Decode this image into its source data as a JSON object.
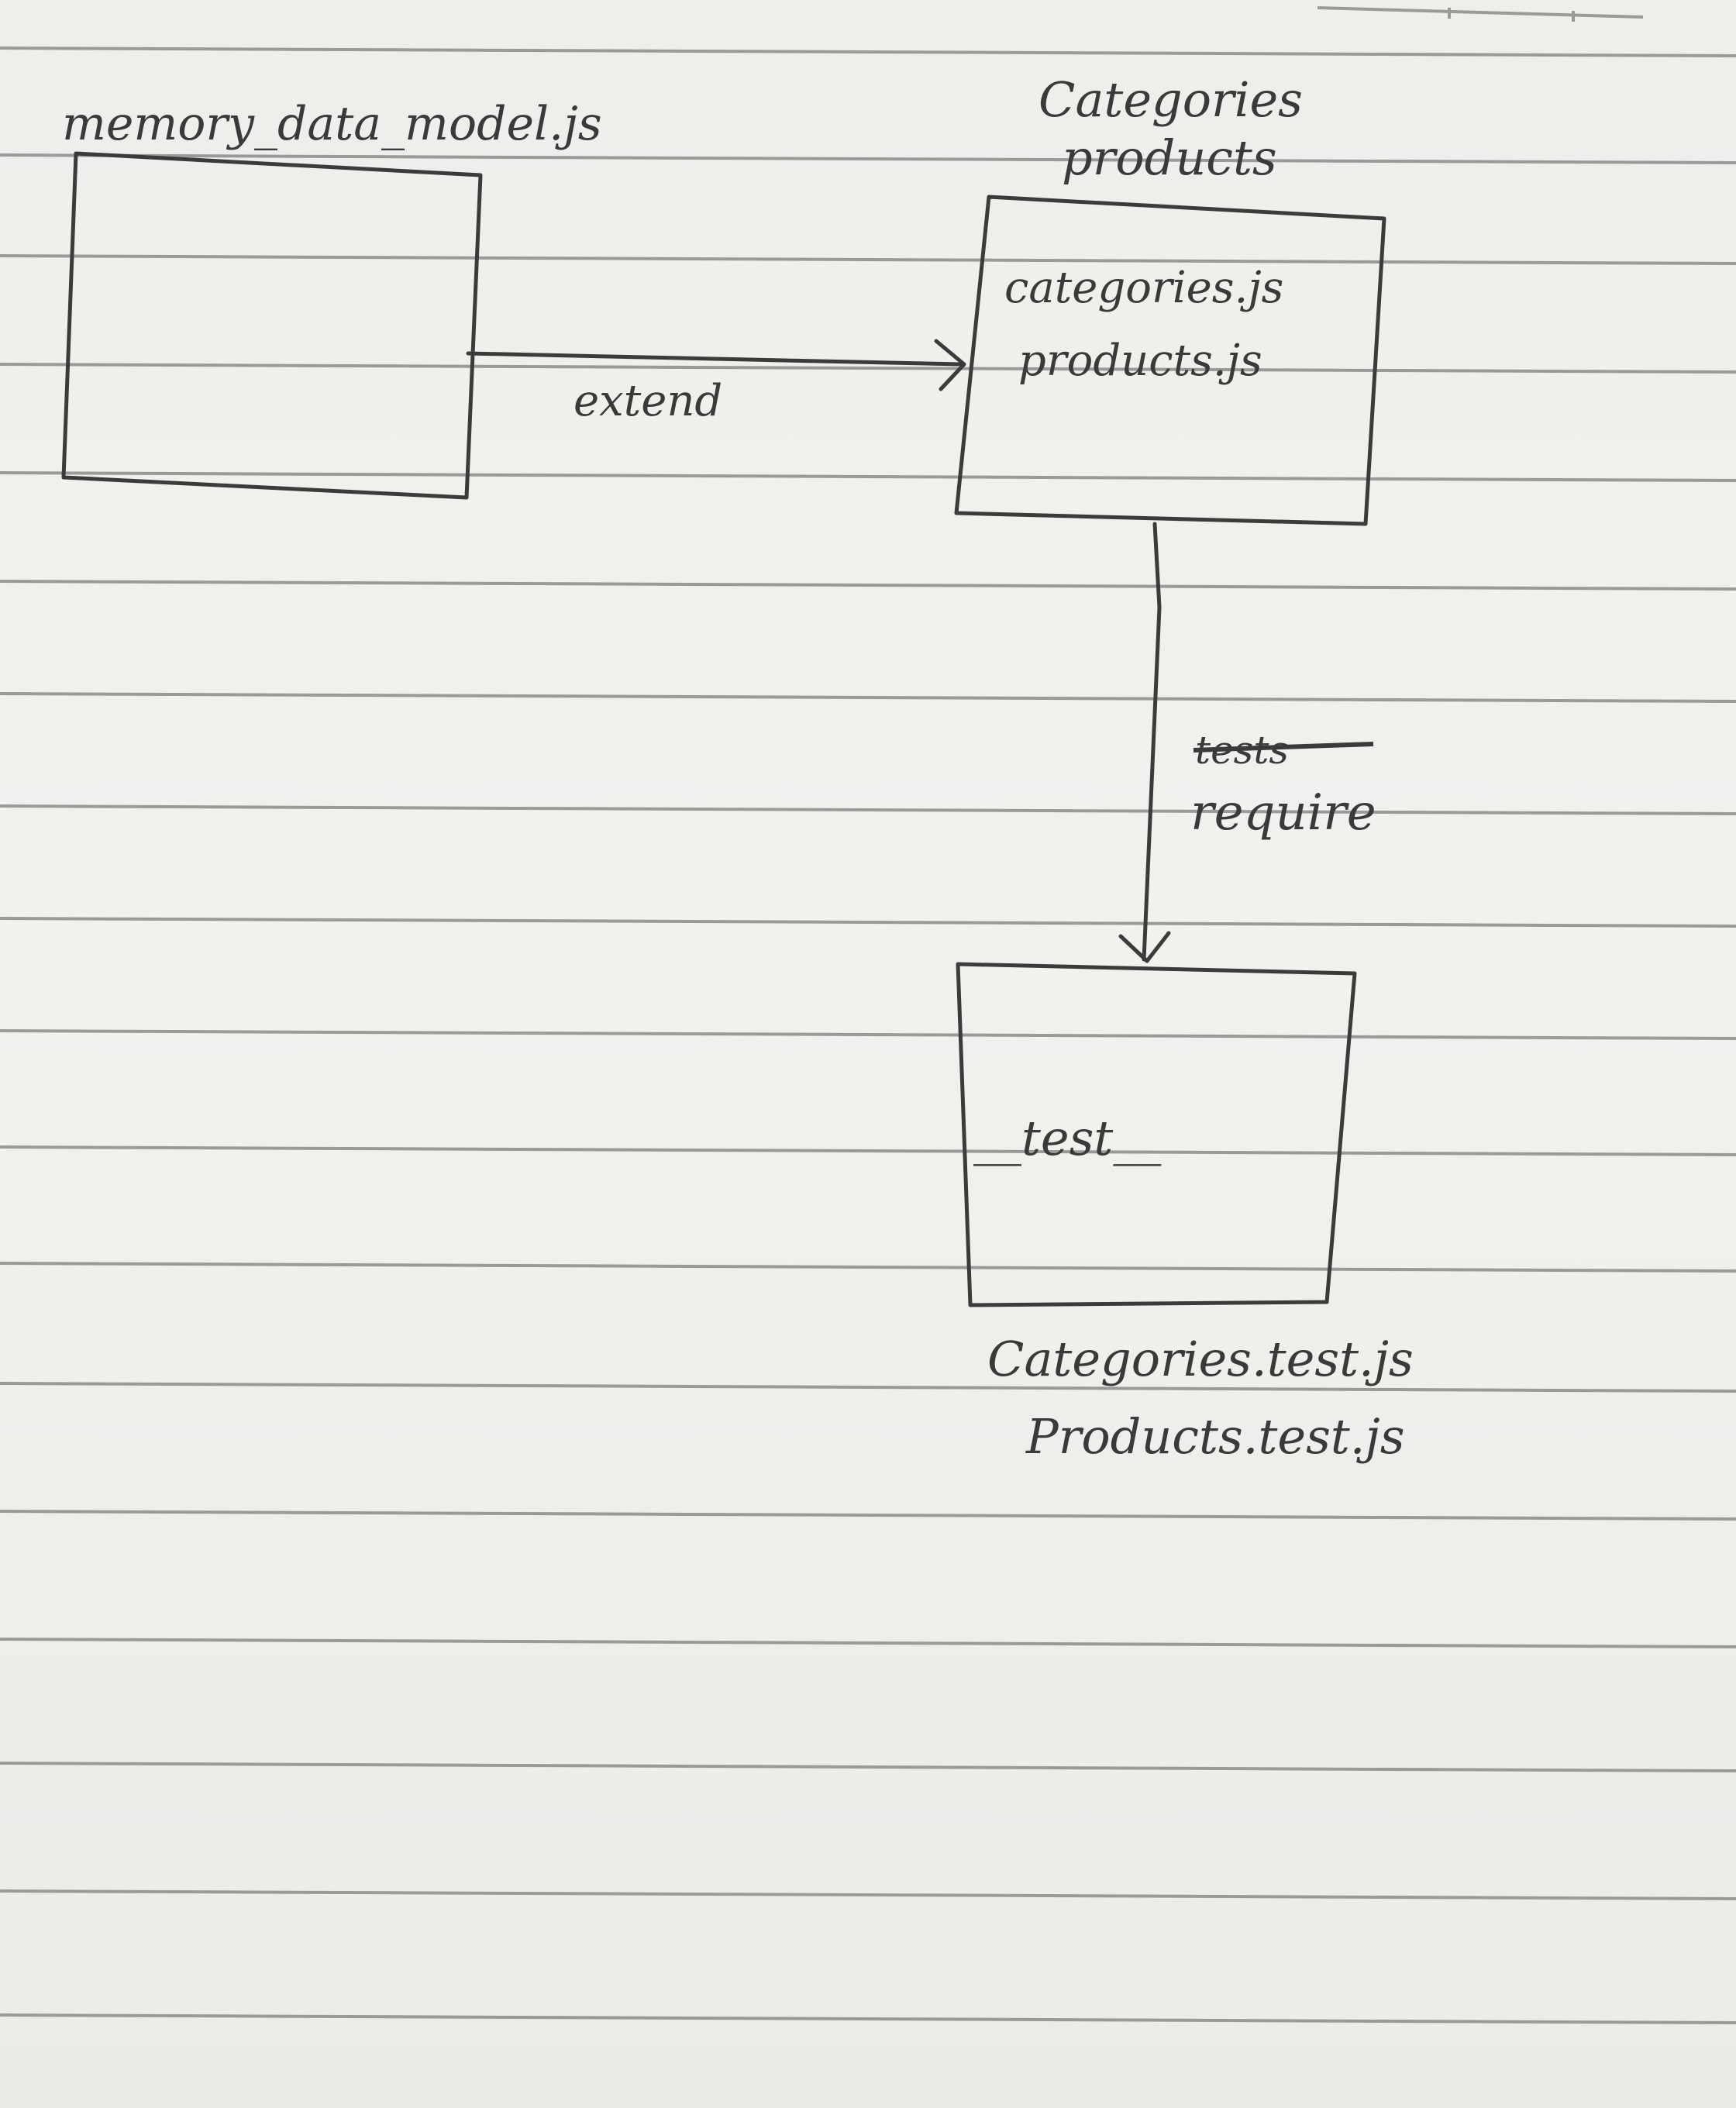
{
  "diagram": {
    "nodes": {
      "memory_data_model": {
        "label": "memory_data_model.js"
      },
      "models": {
        "title_line1": "Categories",
        "title_line2": "products",
        "file_line1": "categories.js",
        "file_line2": "products.js"
      },
      "tests": {
        "folder": "__test__",
        "file_line1": "Categories.test.js",
        "file_line2": "Products.test.js"
      }
    },
    "edges": {
      "extend": {
        "label": "extend"
      },
      "require": {
        "label": "require",
        "struck_label": "tests"
      }
    }
  },
  "colors": {
    "paper": "#efeeeb",
    "ink": "#3b3b3b",
    "rule_lines": "#9a9a98"
  }
}
